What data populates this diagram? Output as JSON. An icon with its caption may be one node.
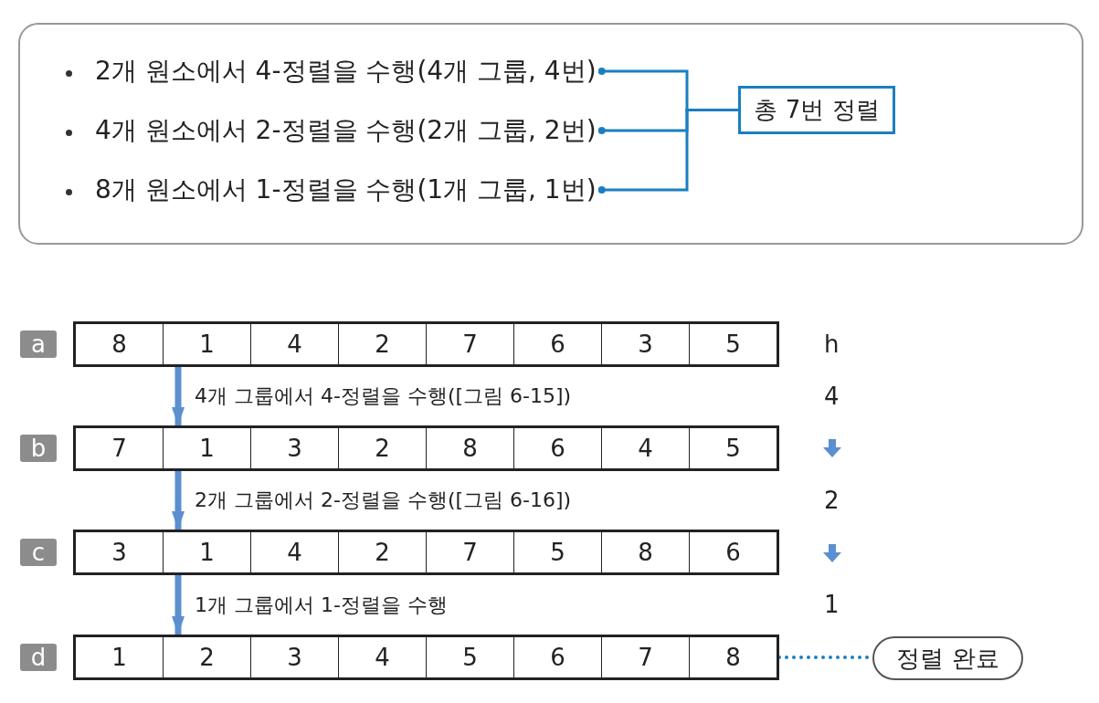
{
  "diagram": {
    "nodes": [
      {
        "text": [],
        "shape": "box"
      },
      {
        "text": [
          "2개 원소에서 4-정렬을 수행(4개 그룹, 4번)"
        ],
        "in": 0
      },
      {
        "text": [
          "4개 원소에서 2-정렬을 수행(2개 그룹, 2번)"
        ],
        "in": 0
      },
      {
        "text": [
          "8개 원소에서 1-정렬을 수행(1개 그룹, 1번)"
        ],
        "in": 0
      },
      {
        "text": [
          "총 7번 정렬"
        ],
        "in": 0
      },
      {
        "text": [
          "8",
          "1",
          "4",
          "2",
          "7",
          "6",
          "3",
          "5"
        ],
        "beside": [
          "a"
        ]
      },
      {
        "text": [
          "7",
          "1",
          "3",
          "2",
          "8",
          "6",
          "4",
          "5"
        ],
        "beside": [
          "b"
        ]
      },
      {
        "text": [
          "3",
          "1",
          "4",
          "2",
          "7",
          "5",
          "8",
          "6"
        ],
        "beside": [
          "c"
        ]
      },
      {
        "text": [
          "1",
          "2",
          "3",
          "4",
          "5",
          "6",
          "7",
          "8"
        ],
        "beside": [
          "d"
        ]
      },
      {
        "text": [
          "정렬 완료"
        ]
      }
    ],
    "edges": [
      {
        "from": 1,
        "to": 4,
        "arrow": "other"
      },
      {
        "from": 2,
        "to": 4,
        "arrow": "other"
      },
      {
        "from": 3,
        "to": 4,
        "arrow": "other"
      },
      {
        "from": 5,
        "to": 6,
        "arrow": "to",
        "label": "4개 그룹에서 4-정렬을 수행([그림 6-15])"
      },
      {
        "from": 6,
        "to": 7,
        "arrow": "to",
        "label": "2개 그룹에서 2-정렬을 수행([그림 6-16])"
      },
      {
        "from": 7,
        "to": 8,
        "arrow": "to",
        "label": "1개 그룹에서 1-정렬을 수행"
      },
      {
        "from": 8,
        "to": 9,
        "arrow": "none",
        "style": "dashed"
      }
    ],
    "labels": [
      "h",
      "4",
      "2",
      "1"
    ]
  }
}
